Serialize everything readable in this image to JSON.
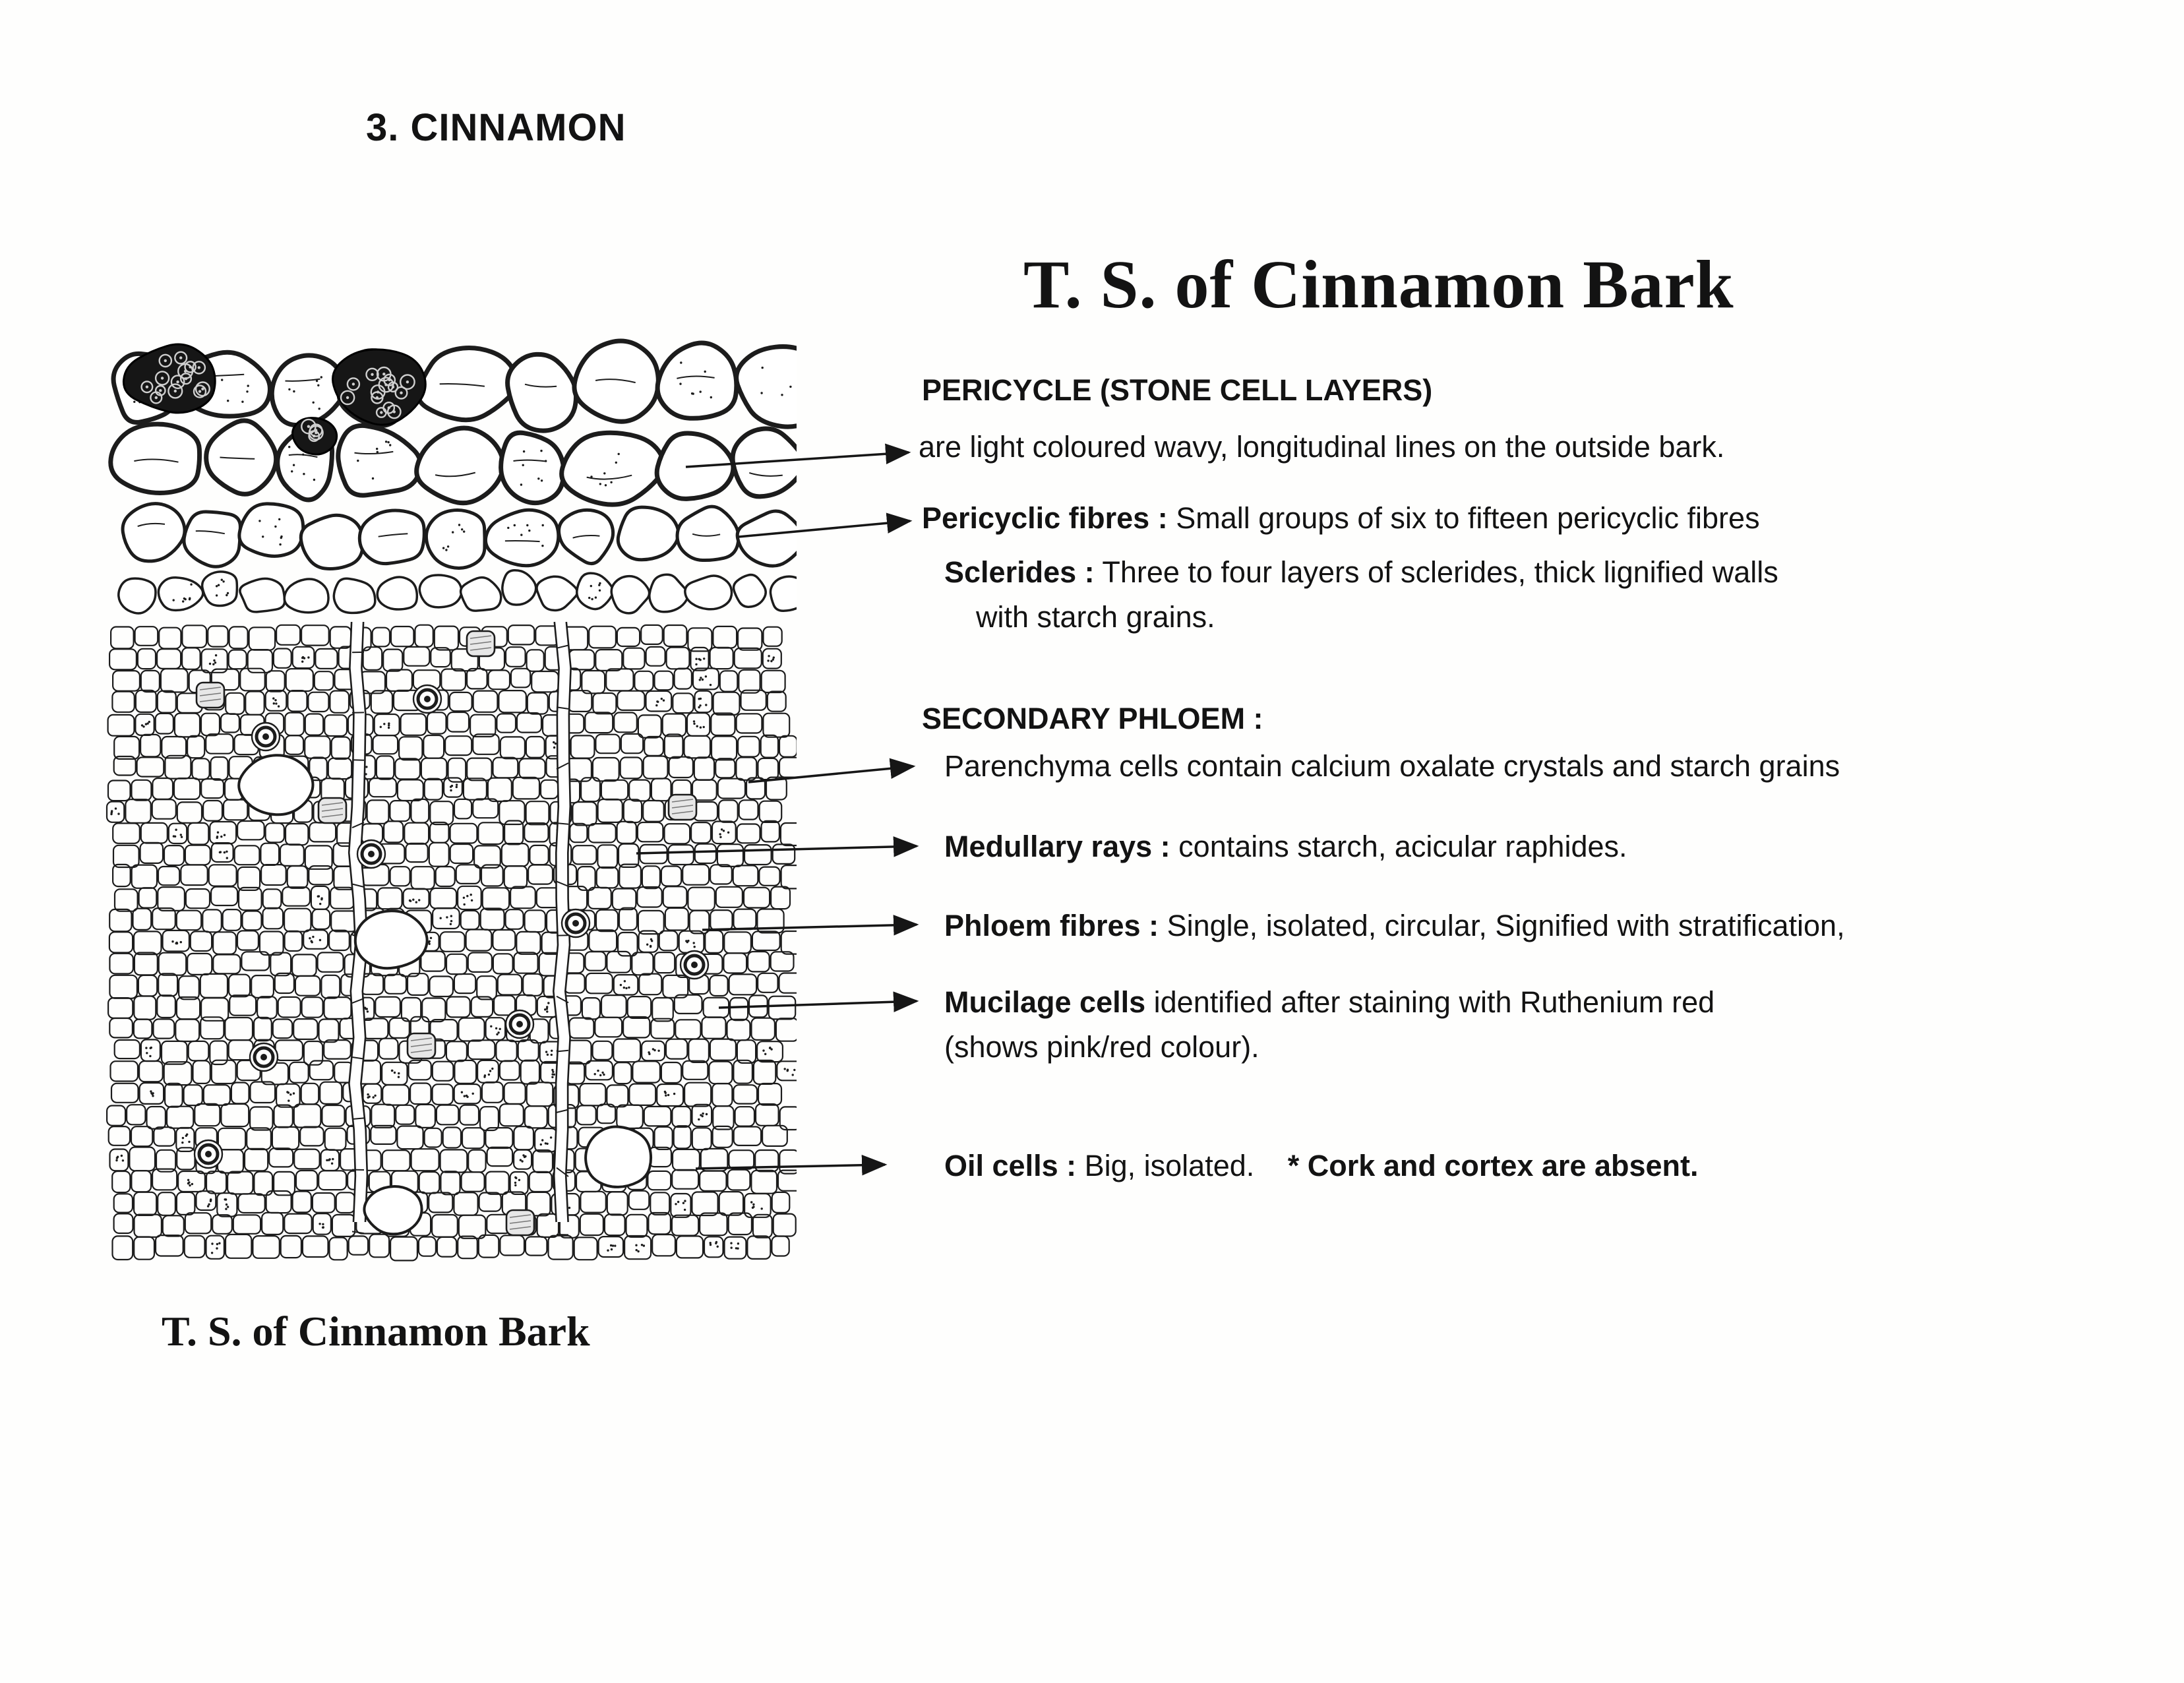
{
  "page": {
    "section_heading": "3. CINNAMON",
    "title": "T. S. of Cinnamon Bark",
    "caption": "T. S. of Cinnamon Bark"
  },
  "colors": {
    "ink": "#1c1c1c",
    "paper": "#fefefd"
  },
  "annotations": {
    "pericycle": {
      "heading": "PERICYCLE (STONE CELL LAYERS)",
      "description": "are light coloured wavy,  longitudinal lines on the outside bark."
    },
    "pericyclic_fibres": {
      "label": "Pericyclic fibres :",
      "description": "Small groups of six to fifteen pericyclic fibres"
    },
    "sclerides": {
      "label": "Sclerides :",
      "description": "Three to four layers of sclerides, thick lignified walls",
      "description2": "with starch grains."
    },
    "secondary_phloem": {
      "heading": "SECONDARY PHLOEM :",
      "parenchyma": "Parenchyma cells contain calcium oxalate crystals and starch grains"
    },
    "medullary_rays": {
      "label": "Medullary rays :",
      "description": "contains starch, acicular raphides."
    },
    "phloem_fibres": {
      "label": "Phloem fibres :",
      "description": "Single, isolated, circular, Signified with stratification,"
    },
    "mucilage_cells": {
      "label": "Mucilage cells",
      "description": "identified after staining with Ruthenium red",
      "description2": "(shows pink/red colour)."
    },
    "oil_cells": {
      "label": "Oil cells :",
      "description": "Big, isolated.",
      "note": "* Cork and cortex are absent."
    }
  }
}
